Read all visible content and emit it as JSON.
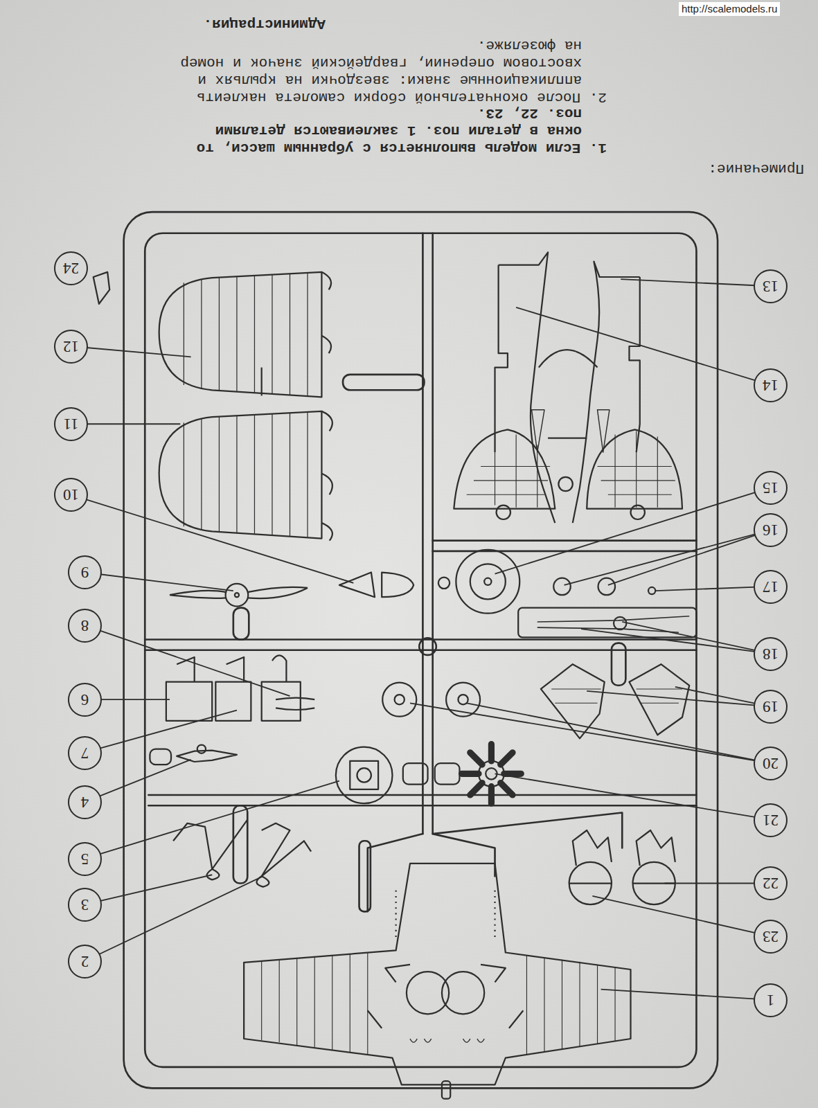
{
  "diagram": {
    "nodes": [
      {
        "text": [
          "1"
        ]
      },
      {
        "text": [
          "2"
        ]
      },
      {
        "text": [
          "3"
        ]
      },
      {
        "text": [
          "4"
        ]
      },
      {
        "text": [
          "5"
        ]
      },
      {
        "text": [
          "6"
        ]
      },
      {
        "text": [
          "7"
        ]
      },
      {
        "text": [
          "8"
        ]
      },
      {
        "text": [
          "9"
        ]
      },
      {
        "text": [
          "10"
        ]
      },
      {
        "text": [
          "11"
        ]
      },
      {
        "text": [
          "12"
        ]
      },
      {
        "text": [
          "13"
        ]
      },
      {
        "text": [
          "14"
        ]
      },
      {
        "text": [
          "15"
        ]
      },
      {
        "text": [
          "16"
        ]
      },
      {
        "text": [
          "17"
        ]
      },
      {
        "text": [
          "18"
        ]
      },
      {
        "text": [
          "19"
        ]
      },
      {
        "text": [
          "20"
        ]
      },
      {
        "text": [
          "21"
        ]
      },
      {
        "text": [
          "22"
        ]
      },
      {
        "text": [
          "23"
        ]
      },
      {
        "text": [
          "24"
        ]
      }
    ],
    "labels": [
      "Примечание:",
      "1. Если модель выполняется с убранным шасси, то окна в детали поз. 1 заклеиваются деталями поз. 22, 23.",
      "2. После окончательной сборки самолета наклеить аппликационные знаки: звездочки на крыльях и хвостовом оперении, гвардейский значок и номер на фюзеляже.",
      "Администрация.",
      "http://scalemodels.ru"
    ]
  }
}
